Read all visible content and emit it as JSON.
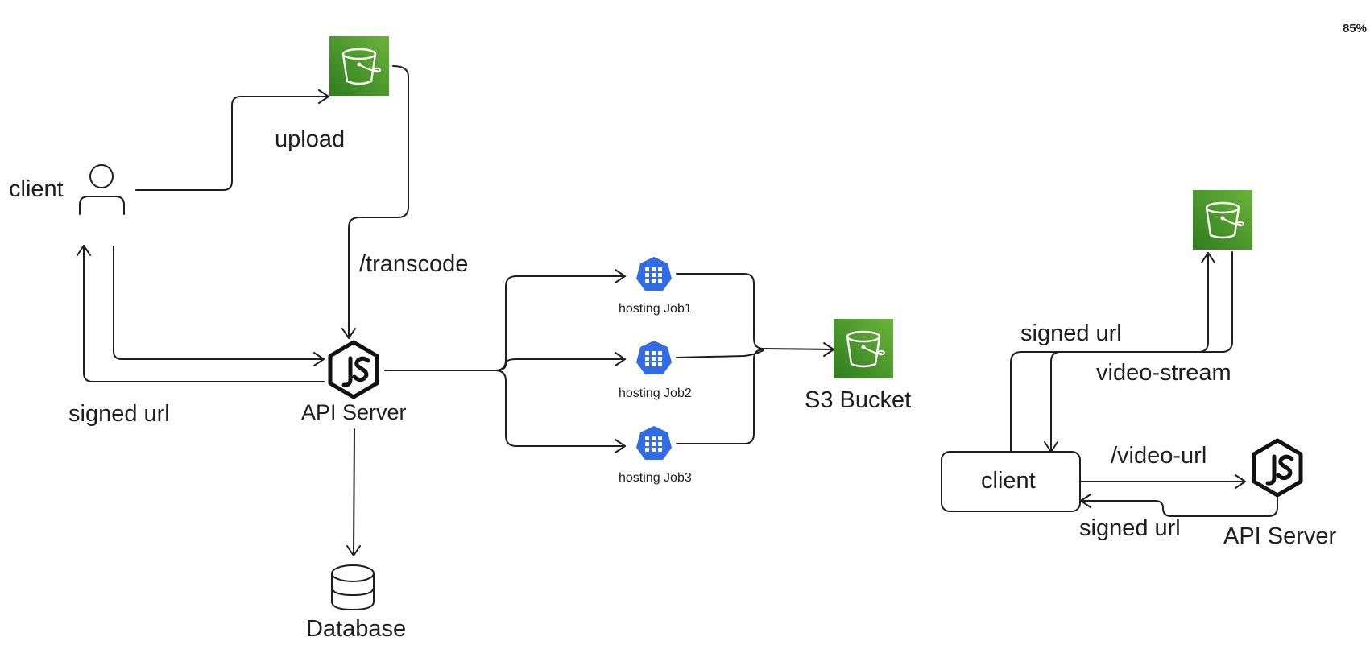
{
  "diagram": {
    "zoom_label": "85%",
    "labels": {
      "client_left": "client",
      "upload": "upload",
      "transcode": "/transcode",
      "signed_url_left": "signed url",
      "api_server_left": "API Server",
      "database": "Database",
      "job1": "hosting Job1",
      "job2": "hosting Job2",
      "job3": "hosting Job3",
      "s3_bucket": "S3 Bucket",
      "signed_url_top_right": "signed url",
      "video_stream": "video-stream",
      "client_right": "client",
      "video_url": "/video-url",
      "signed_url_bottom_right": "signed url",
      "api_server_right": "API Server"
    },
    "colors": {
      "s3_green_dark": "#2e7d1f",
      "s3_green_light": "#6bb33a",
      "k8s_blue": "#326ce5",
      "stroke": "#1e1e1e"
    },
    "icons": [
      "s3-bucket-icon",
      "user-icon",
      "nodejs-icon",
      "kubernetes-job-icon",
      "database-icon"
    ]
  }
}
